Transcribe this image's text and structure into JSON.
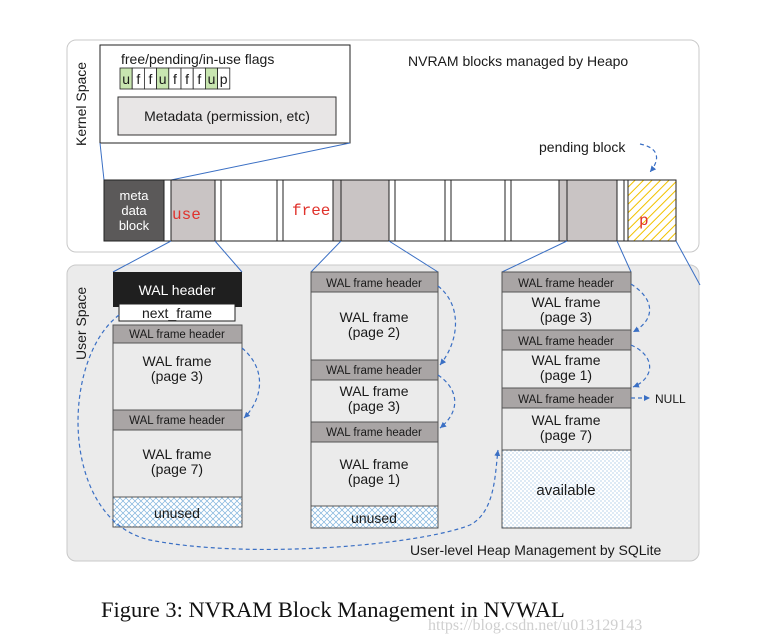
{
  "kernel_label": "Kernel Space",
  "user_label": "User Space",
  "flags_title": "free/pending/in-use flags",
  "flags": [
    "u",
    "f",
    "f",
    "u",
    "f",
    "f",
    "f",
    "u",
    "p"
  ],
  "metadata_box": "Metadata (permission, etc)",
  "heapo_title": "NVRAM blocks managed by Heapo",
  "pending_label": "pending block",
  "meta_block": [
    "meta",
    "data",
    "block"
  ],
  "block_use": "use",
  "block_free": "free",
  "block_p": "p",
  "wal_header": "WAL header",
  "next_frame": "next_frame",
  "frame_header": "WAL frame header",
  "frame_word": "WAL frame",
  "page3": "(page 3)",
  "page7": "(page 7)",
  "page2": "(page 2)",
  "page1": "(page 1)",
  "unused": "unused",
  "available": "available",
  "null_label": "NULL",
  "heap_title": "User-level Heap Management by SQLite",
  "caption": "Figure 3: NVRAM Block Management in NVWAL",
  "watermark": "https://blog.csdn.net/u013129143",
  "colors": {
    "in_use": "#c9c4c4",
    "free_flag": "#c8e6b0",
    "header_dark": "#1f1f1f",
    "frame_header": "#a9a5a5",
    "arrow": "#3a6fc4",
    "pending": "#f2c200"
  }
}
